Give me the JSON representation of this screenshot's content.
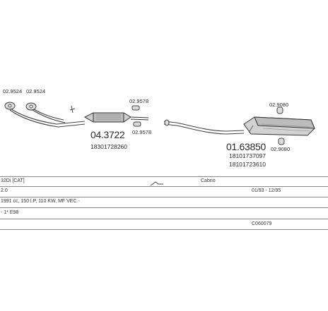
{
  "parts": {
    "gasket_left_1": "02.9524",
    "gasket_left_2": "02.9524",
    "catalyst": "04.3722",
    "catalyst_oe": "18301728260",
    "clamp_upper": "02.9578",
    "clamp_lower": "02.9578",
    "rear_muffler": "01.63850",
    "rear_muffler_oe1": "18101737097",
    "rear_muffler_oe2": "18101723610",
    "hanger_upper": "02.9080",
    "hanger_lower": "02.9080"
  },
  "info_rows": {
    "row1": {
      "model": "32Di [CAT]",
      "body": "Cabrio"
    },
    "row2": {
      "engine": "2.0",
      "date_range": "01/93 - 12/95"
    },
    "row3": {
      "specs": "1991 cc, 150 l.P, 110 KW, MF VEC -"
    },
    "row4": {
      "chassis": "- 1* E98"
    },
    "row5": {
      "code": "C060079"
    }
  }
}
